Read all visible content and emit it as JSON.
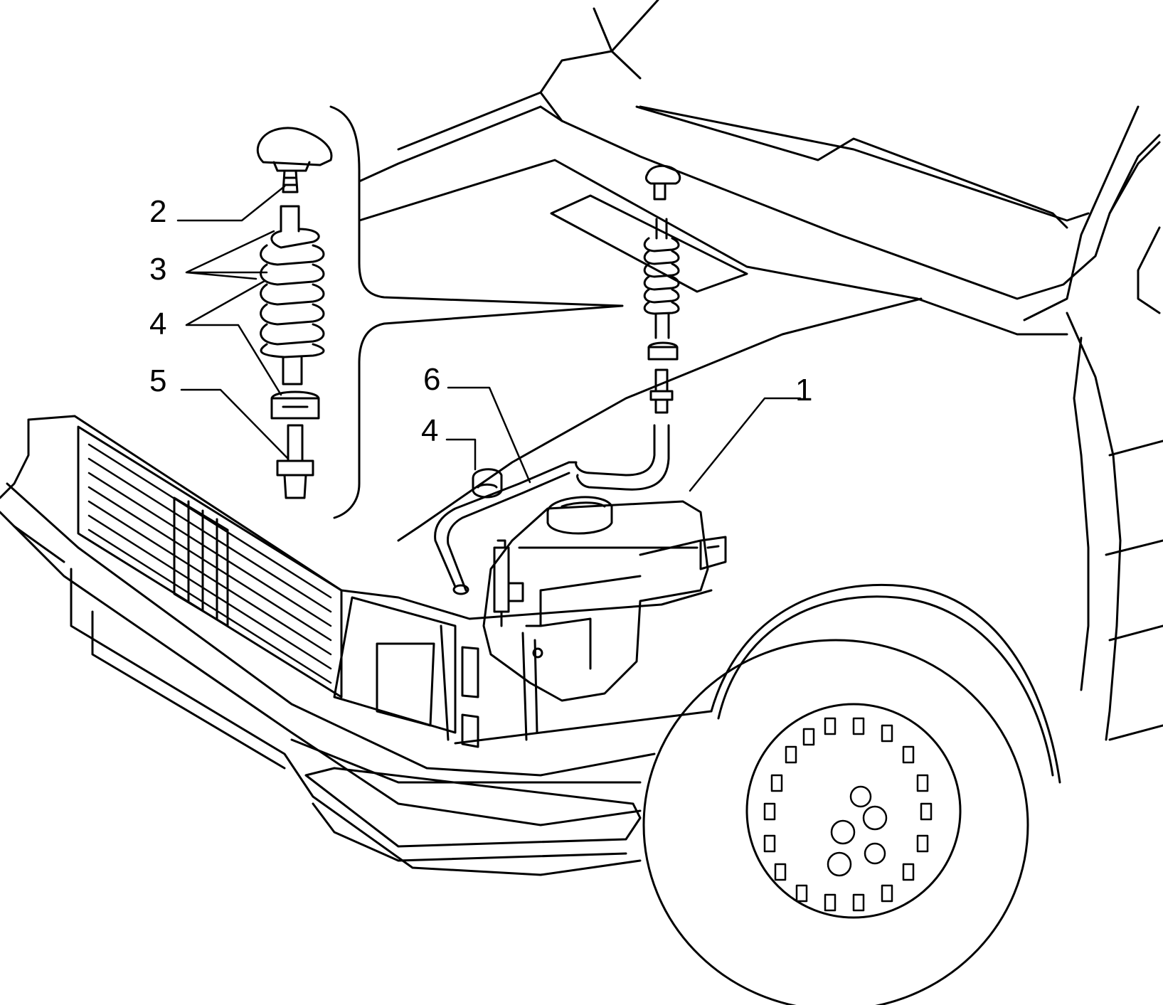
{
  "diagram": {
    "callouts": [
      {
        "id": "c2",
        "label": "2"
      },
      {
        "id": "c3",
        "label": "3"
      },
      {
        "id": "c4a",
        "label": "4"
      },
      {
        "id": "c5",
        "label": "5"
      },
      {
        "id": "c6",
        "label": "6"
      },
      {
        "id": "c4b",
        "label": "4"
      },
      {
        "id": "c1",
        "label": "1"
      }
    ],
    "line_color": "#000000",
    "background": "#ffffff"
  }
}
